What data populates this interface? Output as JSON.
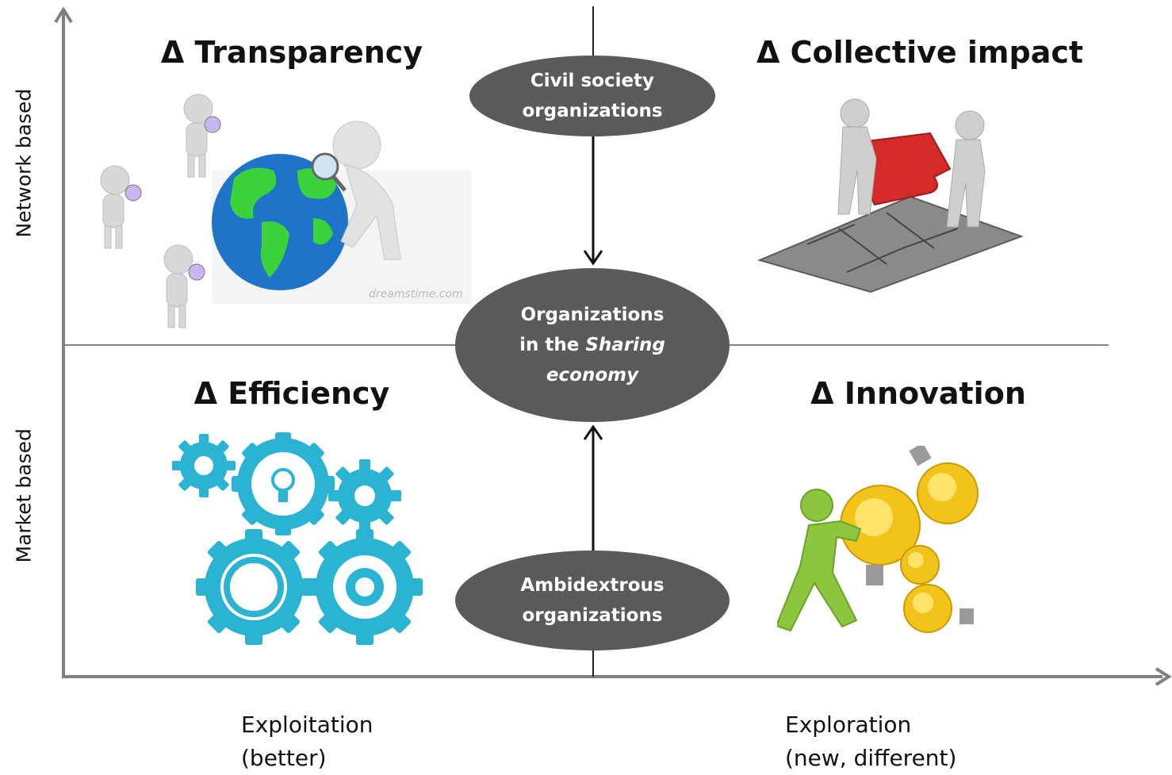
{
  "axes": {
    "y_top_label": "Network based",
    "y_bottom_label": "Market based",
    "x_left_label": {
      "line1": "Exploitation",
      "line2": "(better)"
    },
    "x_right_label": {
      "line1": "Exploration",
      "line2": "(new, different)"
    }
  },
  "quadrants": {
    "top_left": {
      "title": "Δ Transparency",
      "image": "globe-with-magnifying-figures",
      "watermark": "dreamstime.com"
    },
    "top_right": {
      "title": "Δ Collective impact",
      "image": "figures-assembling-puzzle"
    },
    "bottom_left": {
      "title": "Δ Efficiency",
      "image": "gears-with-lightbulb"
    },
    "bottom_right": {
      "title": "Δ Innovation",
      "image": "figure-pushing-lightbulb-gears"
    }
  },
  "ellipses": {
    "top": {
      "line1": "Civil society",
      "line2": "organizations"
    },
    "center": {
      "line1": "Organizations",
      "line2_prefix": "in the ",
      "line2_italic": "Sharing",
      "line3": "economy"
    },
    "bottom": {
      "line1": "Ambidextrous",
      "line2": "organizations"
    }
  },
  "colors": {
    "ellipse_fill": "#5a5a5a",
    "axis": "#808080",
    "gear": "#2ab3d2",
    "puzzle_red": "#d42a2a",
    "globe_ocean": "#1e74c8",
    "globe_land": "#3cd23c",
    "bulb_gold": "#f2c419",
    "figure_green": "#8cc63f"
  }
}
